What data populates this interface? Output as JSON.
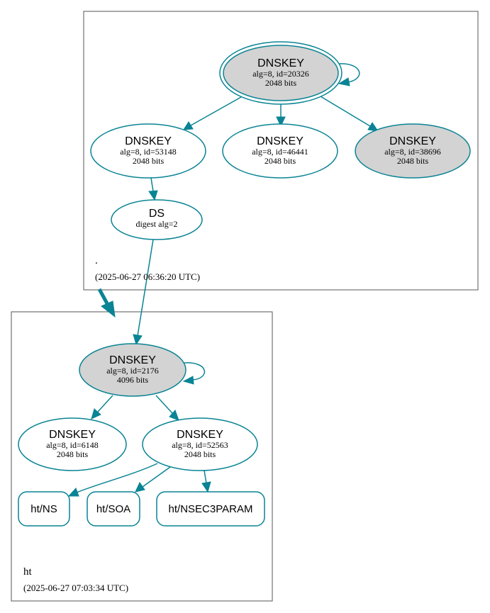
{
  "colors": {
    "edge": "#0a8494",
    "ksk_fill": "#d3d3d3",
    "plain_fill": "#ffffff"
  },
  "zones": [
    {
      "name": ".",
      "timestamp": "(2025-06-27 06:36:20 UTC)"
    },
    {
      "name": "ht",
      "timestamp": "(2025-06-27 07:03:34 UTC)"
    }
  ],
  "nodes": {
    "root_ksk": {
      "title": "DNSKEY",
      "line1": "alg=8, id=20326",
      "line2": "2048 bits"
    },
    "root_zsk1": {
      "title": "DNSKEY",
      "line1": "alg=8, id=53148",
      "line2": "2048 bits"
    },
    "root_zsk2": {
      "title": "DNSKEY",
      "line1": "alg=8, id=46441",
      "line2": "2048 bits"
    },
    "root_key3": {
      "title": "DNSKEY",
      "line1": "alg=8, id=38696",
      "line2": "2048 bits"
    },
    "ht_ds": {
      "title": "DS",
      "line1": "digest alg=2"
    },
    "ht_ksk": {
      "title": "DNSKEY",
      "line1": "alg=8, id=2176",
      "line2": "4096 bits"
    },
    "ht_zsk1": {
      "title": "DNSKEY",
      "line1": "alg=8, id=6148",
      "line2": "2048 bits"
    },
    "ht_zsk2": {
      "title": "DNSKEY",
      "line1": "alg=8, id=52563",
      "line2": "2048 bits"
    }
  },
  "rrsets": [
    {
      "label": "ht/NS"
    },
    {
      "label": "ht/SOA"
    },
    {
      "label": "ht/NSEC3PARAM"
    }
  ]
}
